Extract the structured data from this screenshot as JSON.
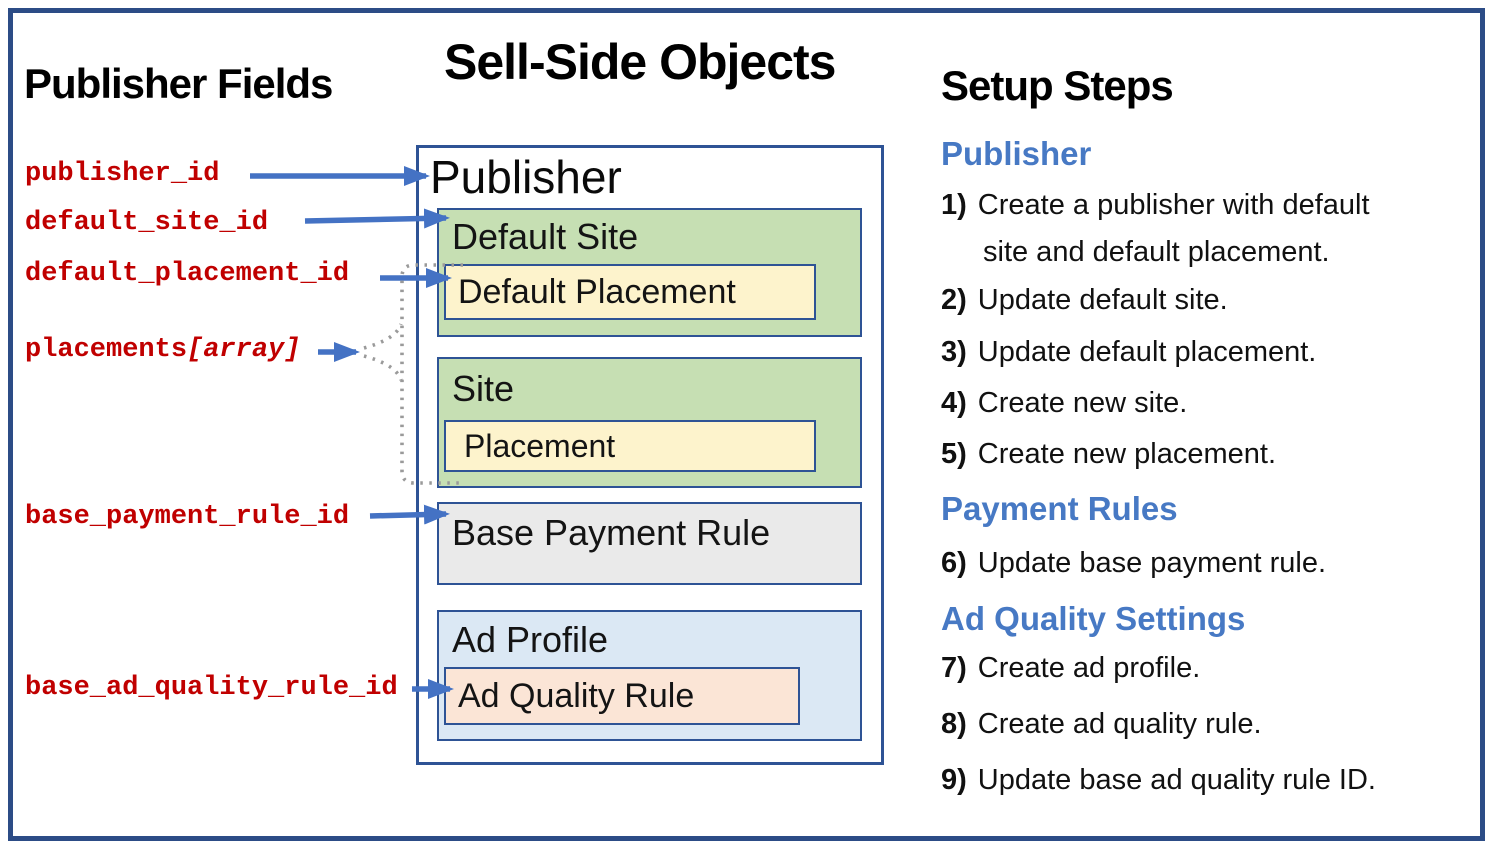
{
  "headings": {
    "left": "Publisher Fields",
    "center": "Sell-Side Objects",
    "right": "Setup Steps"
  },
  "fields": [
    {
      "label": "publisher_id",
      "suffix": ""
    },
    {
      "label": "default_site_id",
      "suffix": ""
    },
    {
      "label": "default_placement_id",
      "suffix": ""
    },
    {
      "label": "placements",
      "suffix": "[array]"
    },
    {
      "label": "base_payment_rule_id",
      "suffix": ""
    },
    {
      "label": "base_ad_quality_rule_id",
      "suffix": ""
    }
  ],
  "diagram": {
    "publisher": "Publisher",
    "default_site": "Default Site",
    "default_placement": "Default Placement",
    "site": "Site",
    "placement": "Placement",
    "base_payment_rule": "Base Payment Rule",
    "ad_profile": "Ad Profile",
    "ad_quality_rule": "Ad Quality Rule"
  },
  "steps": {
    "sections": [
      {
        "title": "Publisher",
        "items": [
          {
            "num": "1)",
            "text": "Create a publisher with default",
            "text2": "site and default placement."
          },
          {
            "num": "2)",
            "text": "Update default site."
          },
          {
            "num": "3)",
            "text": "Update default placement."
          },
          {
            "num": "4)",
            "text": "Create new site."
          },
          {
            "num": "5)",
            "text": "Create new placement."
          }
        ]
      },
      {
        "title": "Payment Rules",
        "items": [
          {
            "num": "6)",
            "text": "Update base payment rule."
          }
        ]
      },
      {
        "title": "Ad Quality Settings",
        "items": [
          {
            "num": "7)",
            "text": "Create ad profile."
          },
          {
            "num": "8)",
            "text": "Create ad quality rule."
          },
          {
            "num": "9)",
            "text": "Update base ad quality rule ID."
          }
        ]
      }
    ]
  },
  "colors": {
    "frame_border": "#2C4C86",
    "box_border": "#2E5395",
    "arrow_blue": "#4472C4",
    "dotted_gray": "#9A9A9A",
    "heading_blue": "#4779C4",
    "field_red": "#C00000",
    "site_green": "#C6DFB3",
    "placement_yellow": "#FDF3CC",
    "payment_gray": "#EAEAEA",
    "ad_profile_blue": "#DBE8F4",
    "ad_quality_peach": "#FBE5D6"
  }
}
